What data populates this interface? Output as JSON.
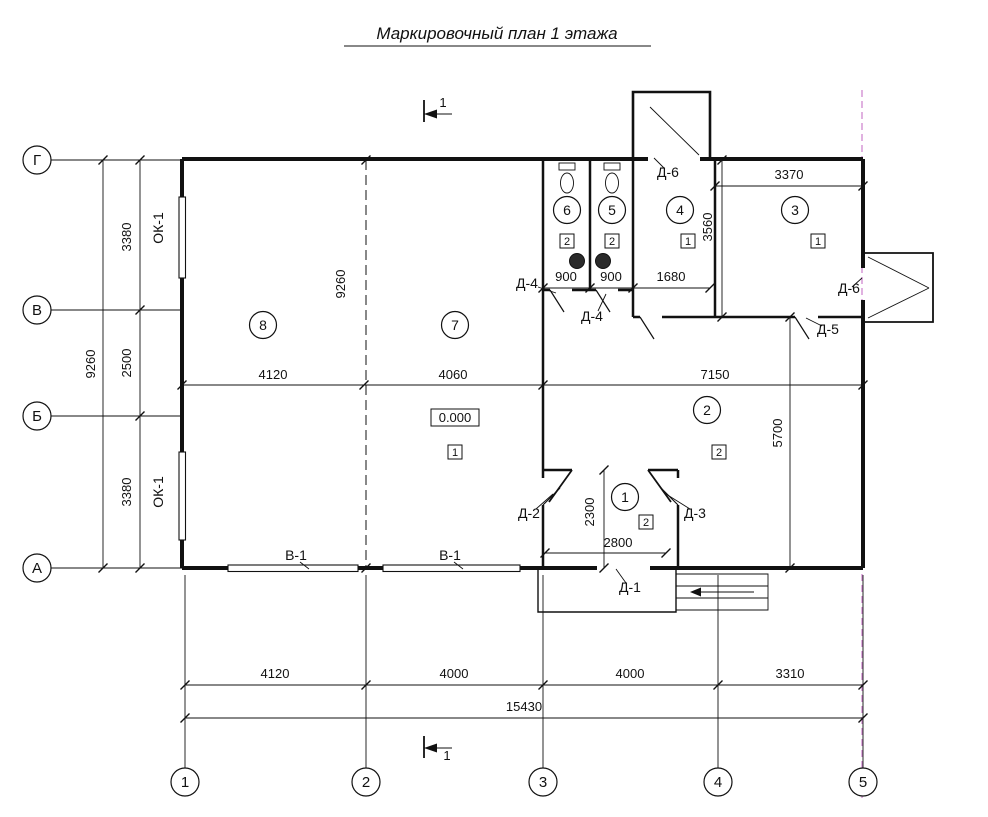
{
  "title": "Маркировочный план 1 этажа",
  "section": {
    "label": "1"
  },
  "axes": {
    "rows": [
      {
        "name": "Г"
      },
      {
        "name": "В"
      },
      {
        "name": "Б"
      },
      {
        "name": "А"
      }
    ],
    "cols": [
      {
        "name": "1"
      },
      {
        "name": "2"
      },
      {
        "name": "3"
      },
      {
        "name": "4"
      },
      {
        "name": "5"
      }
    ]
  },
  "rooms": [
    {
      "number": "1"
    },
    {
      "number": "2"
    },
    {
      "number": "3"
    },
    {
      "number": "4"
    },
    {
      "number": "5"
    },
    {
      "number": "6"
    },
    {
      "number": "7"
    },
    {
      "number": "8"
    }
  ],
  "floor_marks": {
    "room1": "2",
    "room2": "2",
    "room3": "1",
    "room4": "1",
    "room5": "2",
    "room6": "2",
    "room7": "1"
  },
  "elevation": "0.000",
  "doors": {
    "d1": "Д-1",
    "d2": "Д-2",
    "d3": "Д-3",
    "d4": "Д-4",
    "d5": "Д-5",
    "d6": "Д-6"
  },
  "windows": {
    "ok1": "ОК-1",
    "v1": "В-1"
  },
  "dimensions": {
    "left_total": "9260",
    "left_segments": [
      "3380",
      "2500",
      "3380"
    ],
    "axis2_height": "9260",
    "room3_width": "3370",
    "room3_height": "3560",
    "toilet6_width": "900",
    "toilet5_width": "900",
    "room4_width": "1680",
    "mid_segments": [
      "4120",
      "4060",
      "7150"
    ],
    "room2_height": "5700",
    "vestibule_depth": "2300",
    "vestibule_width": "2800",
    "bottom_segments": [
      "4120",
      "4000",
      "4000",
      "3310"
    ],
    "bottom_total": "15430"
  }
}
